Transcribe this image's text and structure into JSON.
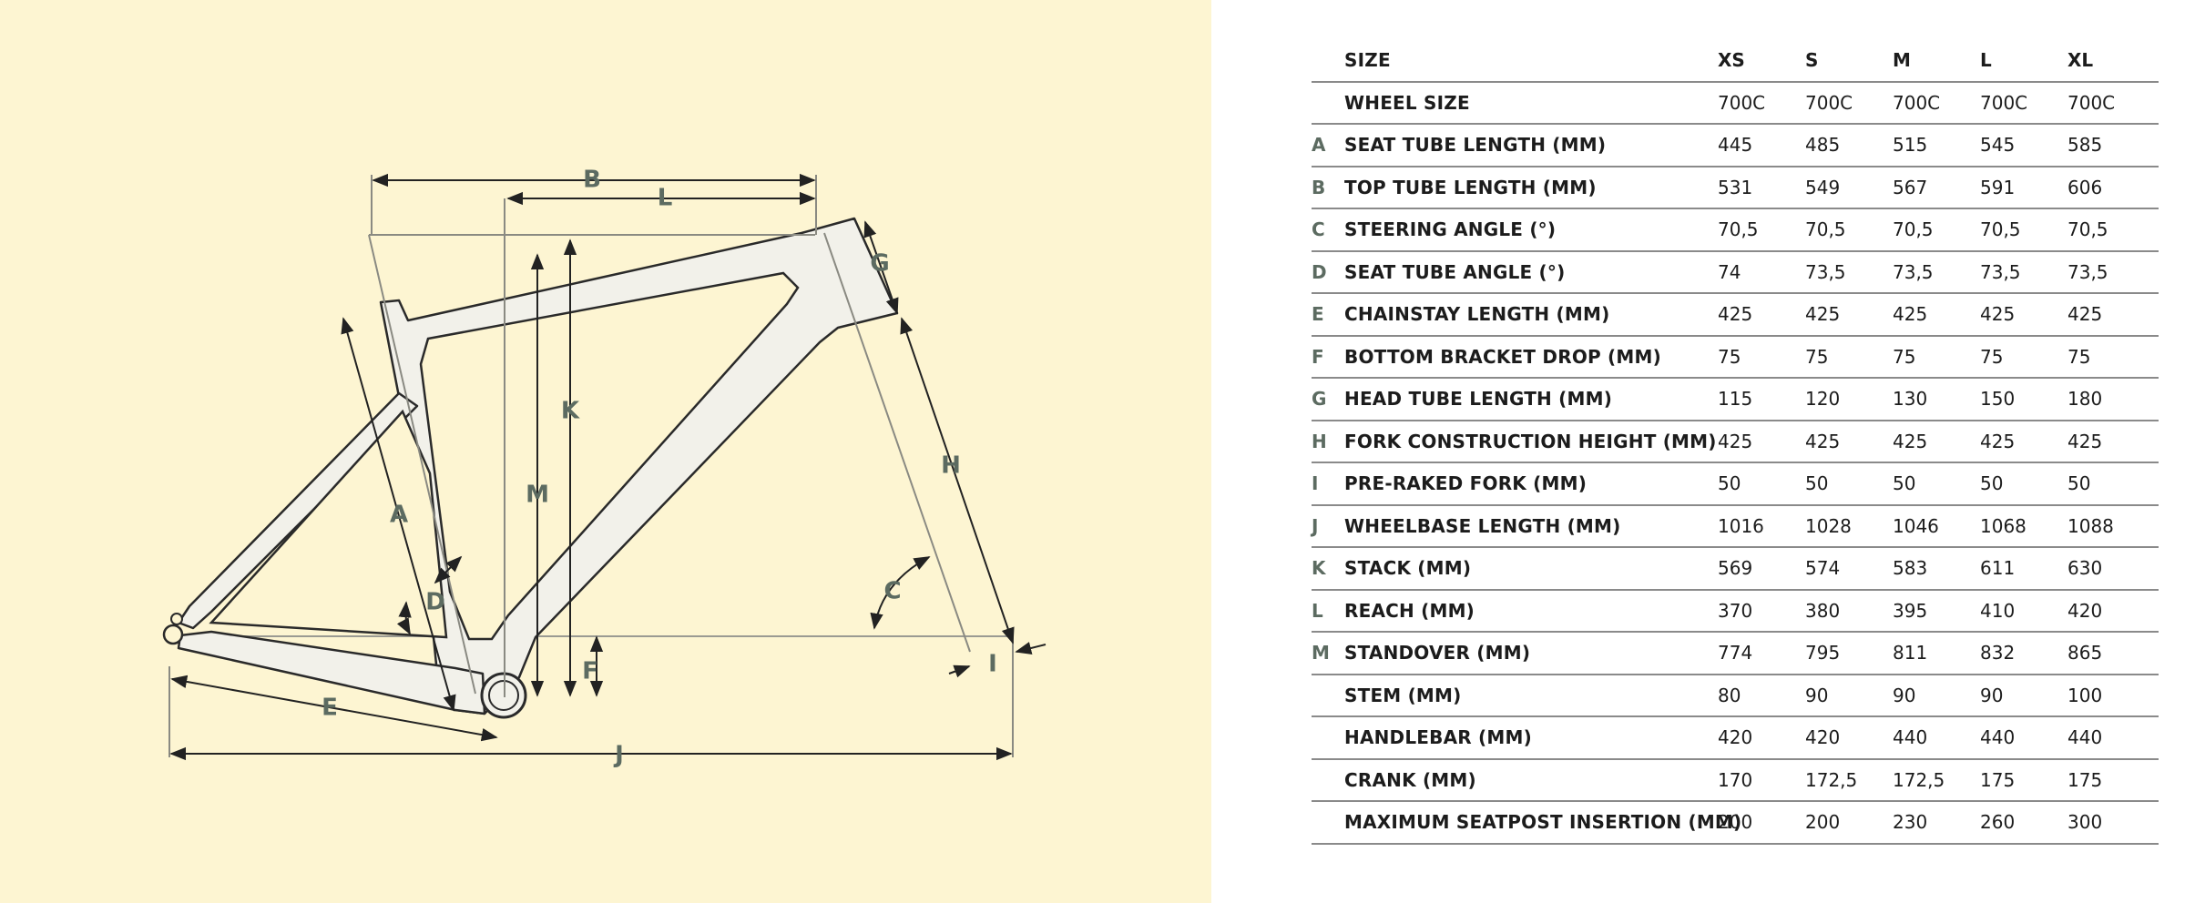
{
  "diagram": {
    "labels": {
      "A": "A",
      "B": "B",
      "C": "C",
      "D": "D",
      "E": "E",
      "F": "F",
      "G": "G",
      "H": "H",
      "I": "I",
      "J": "J",
      "K": "K",
      "L": "L",
      "M": "M"
    }
  },
  "table": {
    "header": {
      "label": "SIZE",
      "sizes": [
        "XS",
        "S",
        "M",
        "L",
        "XL"
      ]
    },
    "rows": [
      {
        "letter": "",
        "label": "WHEEL SIZE",
        "values": [
          "700C",
          "700C",
          "700C",
          "700C",
          "700C"
        ]
      },
      {
        "letter": "A",
        "label": "SEAT TUBE LENGTH (MM)",
        "values": [
          "445",
          "485",
          "515",
          "545",
          "585"
        ]
      },
      {
        "letter": "B",
        "label": "TOP TUBE LENGTH (MM)",
        "values": [
          "531",
          "549",
          "567",
          "591",
          "606"
        ]
      },
      {
        "letter": "C",
        "label": "STEERING ANGLE (°)",
        "values": [
          "70,5",
          "70,5",
          "70,5",
          "70,5",
          "70,5"
        ]
      },
      {
        "letter": "D",
        "label": "SEAT TUBE ANGLE (°)",
        "values": [
          "74",
          "73,5",
          "73,5",
          "73,5",
          "73,5"
        ]
      },
      {
        "letter": "E",
        "label": "CHAINSTAY LENGTH (MM)",
        "values": [
          "425",
          "425",
          "425",
          "425",
          "425"
        ]
      },
      {
        "letter": "F",
        "label": "BOTTOM BRACKET DROP (MM)",
        "values": [
          "75",
          "75",
          "75",
          "75",
          "75"
        ]
      },
      {
        "letter": "G",
        "label": "HEAD TUBE LENGTH (MM)",
        "values": [
          "115",
          "120",
          "130",
          "150",
          "180"
        ]
      },
      {
        "letter": "H",
        "label": "FORK CONSTRUCTION HEIGHT (MM)",
        "values": [
          "425",
          "425",
          "425",
          "425",
          "425"
        ]
      },
      {
        "letter": "I",
        "label": "PRE-RAKED FORK (MM)",
        "values": [
          "50",
          "50",
          "50",
          "50",
          "50"
        ]
      },
      {
        "letter": "J",
        "label": "WHEELBASE LENGTH (MM)",
        "values": [
          "1016",
          "1028",
          "1046",
          "1068",
          "1088"
        ]
      },
      {
        "letter": "K",
        "label": "STACK (MM)",
        "values": [
          "569",
          "574",
          "583",
          "611",
          "630"
        ]
      },
      {
        "letter": "L",
        "label": "REACH (MM)",
        "values": [
          "370",
          "380",
          "395",
          "410",
          "420"
        ]
      },
      {
        "letter": "M",
        "label": "STANDOVER (MM)",
        "values": [
          "774",
          "795",
          "811",
          "832",
          "865"
        ]
      },
      {
        "letter": "",
        "label": "STEM (MM)",
        "values": [
          "80",
          "90",
          "90",
          "90",
          "100"
        ]
      },
      {
        "letter": "",
        "label": "HANDLEBAR (MM)",
        "values": [
          "420",
          "420",
          "440",
          "440",
          "440"
        ]
      },
      {
        "letter": "",
        "label": "CRANK (MM)",
        "values": [
          "170",
          "172,5",
          "172,5",
          "175",
          "175"
        ]
      },
      {
        "letter": "",
        "label": "MAXIMUM SEATPOST INSERTION (MM)",
        "values": [
          "200",
          "200",
          "230",
          "260",
          "300"
        ]
      }
    ]
  }
}
